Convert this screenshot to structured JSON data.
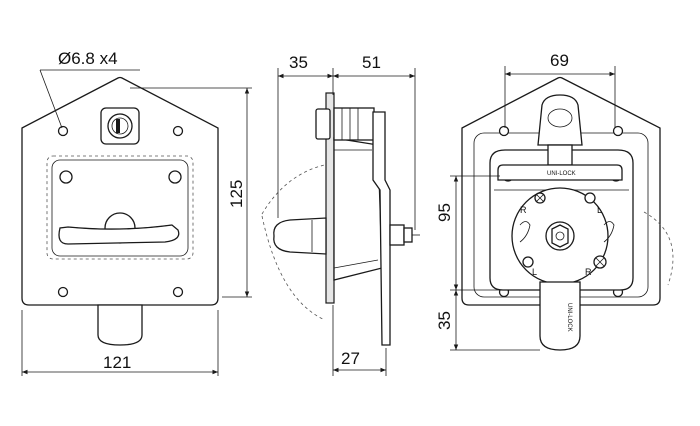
{
  "front_view": {
    "hole_label": "Ø6.8 x4",
    "width_label": "121",
    "height_label": "125"
  },
  "side_view": {
    "depth_front_label": "35",
    "depth_back_label": "51",
    "bottom_label": "27"
  },
  "rear_view": {
    "width_label": "69",
    "height_label": "95",
    "lower_label": "35",
    "plate_label": "UNI-LOCK",
    "handle_label": "UNI-LOCK",
    "left_marker": "L",
    "right_marker": "R",
    "left_marker_2": "L",
    "right_marker_2": "R"
  }
}
